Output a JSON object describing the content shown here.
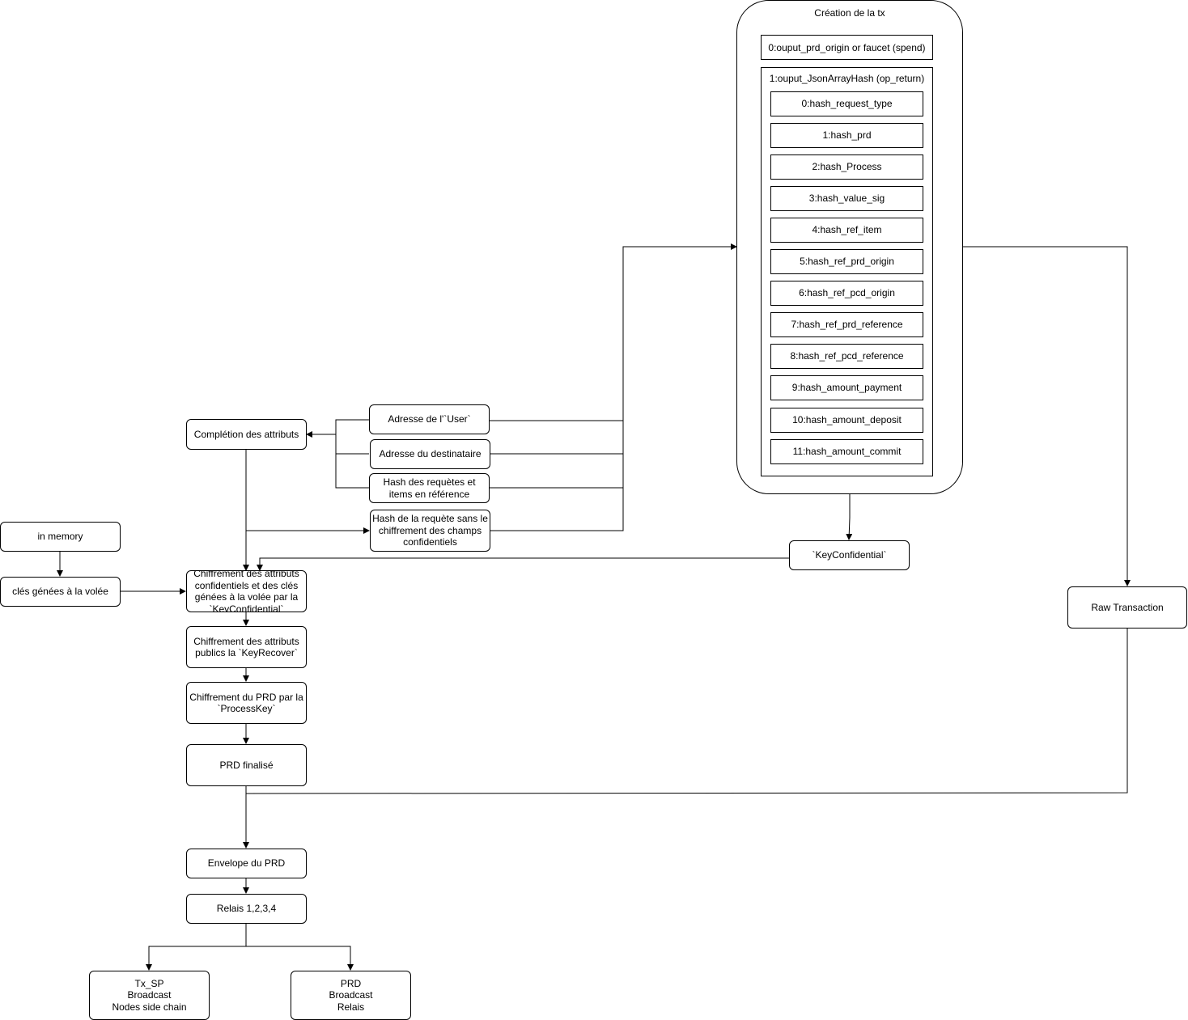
{
  "tx_container": {
    "title": "Création de la tx",
    "output0": "0:ouput_prd_origin or faucet (spend)",
    "output1_title": "1:ouput_JsonArrayHash (op_return)",
    "hashes": [
      "0:hash_request_type",
      "1:hash_prd",
      "2:hash_Process",
      "3:hash_value_sig",
      "4:hash_ref_item",
      "5:hash_ref_prd_origin",
      "6:hash_ref_pcd_origin",
      "7:hash_ref_prd_reference",
      "8:hash_ref_pcd_reference",
      "9:hash_amount_payment",
      "10:hash_amount_deposit",
      "11:hash_amount_commit"
    ]
  },
  "nodes": {
    "completion": "Complétion des attributs",
    "user_address": "Adresse de l'`User`",
    "recipient_address": "Adresse du destinataire",
    "requests_hash": "Hash des requètes  et\nitems en référence",
    "request_hash_no_conf": "Hash de la requète sans le\nchiffrement des champs\nconfidentiels",
    "key_confidential": "`KeyConfidential`",
    "in_memory": "in memory",
    "keys_generated": "clés génées à la volée",
    "encrypt_confidential": "Chiffrement des attributs\nconfidentiels et des clés\ngénées à la volée par la\n`KeyConfidential`",
    "encrypt_public": "Chiffrement des attributs\npublics la `KeyRecover`",
    "encrypt_prd": "Chiffrement du PRD par la\n`ProcessKey`",
    "prd_final": "PRD finalisé",
    "raw_tx": "Raw Transaction",
    "envelope": "Envelope du PRD",
    "relays": "Relais 1,2,3,4",
    "tx_sp": "Tx_SP\nBroadcast\nNodes side chain",
    "prd_broadcast": "PRD\nBroadcast\nRelais"
  }
}
